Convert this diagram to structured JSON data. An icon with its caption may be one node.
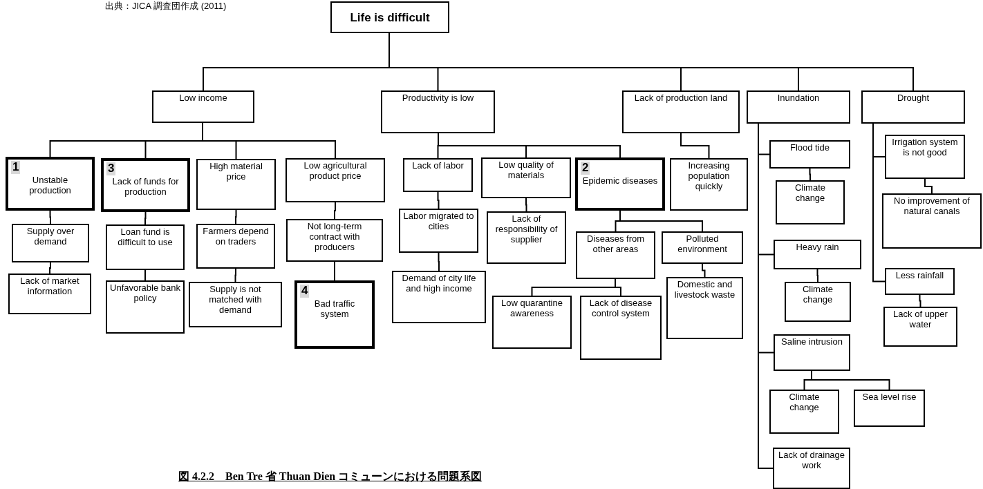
{
  "diagram": {
    "caption": "図 4.2.2　Ben Tre 省 Thuan Dien コミューンにおける問題系図",
    "nodes": [
      {
        "text": [
          "Life is difficult"
        ]
      },
      {
        "text": [
          "Low income"
        ]
      },
      {
        "text": [
          "Productivity is low"
        ]
      },
      {
        "text": [
          "Lack of production land"
        ]
      },
      {
        "text": [
          "Inundation"
        ]
      },
      {
        "text": [
          "Drought"
        ]
      },
      {
        "text": [
          "1",
          "Unstable production"
        ]
      },
      {
        "text": [
          "3",
          "Lack of funds for production"
        ]
      },
      {
        "text": [
          "High material price"
        ]
      },
      {
        "text": [
          "Low agricultural product price"
        ]
      },
      {
        "text": [
          "Supply over demand"
        ]
      },
      {
        "text": [
          "Lack of market information"
        ]
      },
      {
        "text": [
          "Loan fund is difficult to use"
        ]
      },
      {
        "text": [
          "Unfavorable bank policy"
        ]
      },
      {
        "text": [
          "Farmers depend on traders"
        ]
      },
      {
        "text": [
          "Supply is not matched with demand"
        ]
      },
      {
        "text": [
          "Not long-term contract with producers"
        ]
      },
      {
        "text": [
          "4",
          "Bad traffic system"
        ]
      },
      {
        "text": [
          "Lack of labor"
        ]
      },
      {
        "text": [
          "Low quality of materials"
        ]
      },
      {
        "text": [
          "2",
          "Epidemic diseases"
        ]
      },
      {
        "text": [
          "Increasing population quickly"
        ]
      },
      {
        "text": [
          "Labor migrated to cities"
        ]
      },
      {
        "text": [
          "Demand of city life and high income"
        ]
      },
      {
        "text": [
          "Lack of responsibility of supplier"
        ]
      },
      {
        "text": [
          "Diseases from other areas"
        ]
      },
      {
        "text": [
          "Polluted environment"
        ]
      },
      {
        "text": [
          "Low quarantine awareness"
        ]
      },
      {
        "text": [
          "Lack of disease control system"
        ]
      },
      {
        "text": [
          "Domestic and livestock waste"
        ]
      },
      {
        "text": [
          "Flood tide"
        ]
      },
      {
        "text": [
          "Climate change"
        ]
      },
      {
        "text": [
          "Heavy rain"
        ]
      },
      {
        "text": [
          "Climate change"
        ]
      },
      {
        "text": [
          "Saline intrusion"
        ]
      },
      {
        "text": [
          "Climate change"
        ]
      },
      {
        "text": [
          "Sea level rise"
        ]
      },
      {
        "text": [
          "Lack of drainage work"
        ]
      },
      {
        "text": [
          "Irrigation system is not good"
        ]
      },
      {
        "text": [
          "No improvement of natural canals"
        ]
      },
      {
        "text": [
          "Less rainfall"
        ]
      },
      {
        "text": [
          "Lack of upper water"
        ]
      }
    ],
    "edges": [
      {
        "from": 0,
        "to": 1,
        "arrow": "none"
      },
      {
        "from": 0,
        "to": 2,
        "arrow": "none"
      },
      {
        "from": 0,
        "to": 3,
        "arrow": "none"
      },
      {
        "from": 0,
        "to": 4,
        "arrow": "none"
      },
      {
        "from": 0,
        "to": 5,
        "arrow": "none"
      },
      {
        "from": 1,
        "to": 6,
        "arrow": "none"
      },
      {
        "from": 1,
        "to": 7,
        "arrow": "none"
      },
      {
        "from": 1,
        "to": 8,
        "arrow": "none"
      },
      {
        "from": 1,
        "to": 9,
        "arrow": "none"
      },
      {
        "from": 6,
        "to": 10,
        "arrow": "none"
      },
      {
        "from": 10,
        "to": 11,
        "arrow": "none"
      },
      {
        "from": 7,
        "to": 12,
        "arrow": "none"
      },
      {
        "from": 12,
        "to": 13,
        "arrow": "none"
      },
      {
        "from": 8,
        "to": 14,
        "arrow": "none"
      },
      {
        "from": 14,
        "to": 15,
        "arrow": "none"
      },
      {
        "from": 9,
        "to": 16,
        "arrow": "none"
      },
      {
        "from": 16,
        "to": 17,
        "arrow": "none"
      },
      {
        "from": 2,
        "to": 18,
        "arrow": "none"
      },
      {
        "from": 2,
        "to": 19,
        "arrow": "none"
      },
      {
        "from": 2,
        "to": 20,
        "arrow": "none"
      },
      {
        "from": 3,
        "to": 21,
        "arrow": "none"
      },
      {
        "from": 18,
        "to": 22,
        "arrow": "none"
      },
      {
        "from": 22,
        "to": 23,
        "arrow": "none"
      },
      {
        "from": 19,
        "to": 24,
        "arrow": "none"
      },
      {
        "from": 20,
        "to": 25,
        "arrow": "none"
      },
      {
        "from": 20,
        "to": 26,
        "arrow": "none"
      },
      {
        "from": 25,
        "to": 27,
        "arrow": "none"
      },
      {
        "from": 25,
        "to": 28,
        "arrow": "none"
      },
      {
        "from": 26,
        "to": 29,
        "arrow": "none"
      },
      {
        "from": 4,
        "to": 30,
        "arrow": "none"
      },
      {
        "from": 30,
        "to": 31,
        "arrow": "none"
      },
      {
        "from": 4,
        "to": 32,
        "arrow": "none"
      },
      {
        "from": 32,
        "to": 33,
        "arrow": "none"
      },
      {
        "from": 4,
        "to": 34,
        "arrow": "none"
      },
      {
        "from": 34,
        "to": 35,
        "arrow": "none"
      },
      {
        "from": 34,
        "to": 36,
        "arrow": "none"
      },
      {
        "from": 4,
        "to": 37,
        "arrow": "none"
      },
      {
        "from": 5,
        "to": 38,
        "arrow": "none"
      },
      {
        "from": 38,
        "to": 39,
        "arrow": "none"
      },
      {
        "from": 5,
        "to": 40,
        "arrow": "none"
      },
      {
        "from": 40,
        "to": 41,
        "arrow": "none"
      }
    ],
    "labels": [
      "出典：JICA 調査団作成 (2011)"
    ]
  }
}
